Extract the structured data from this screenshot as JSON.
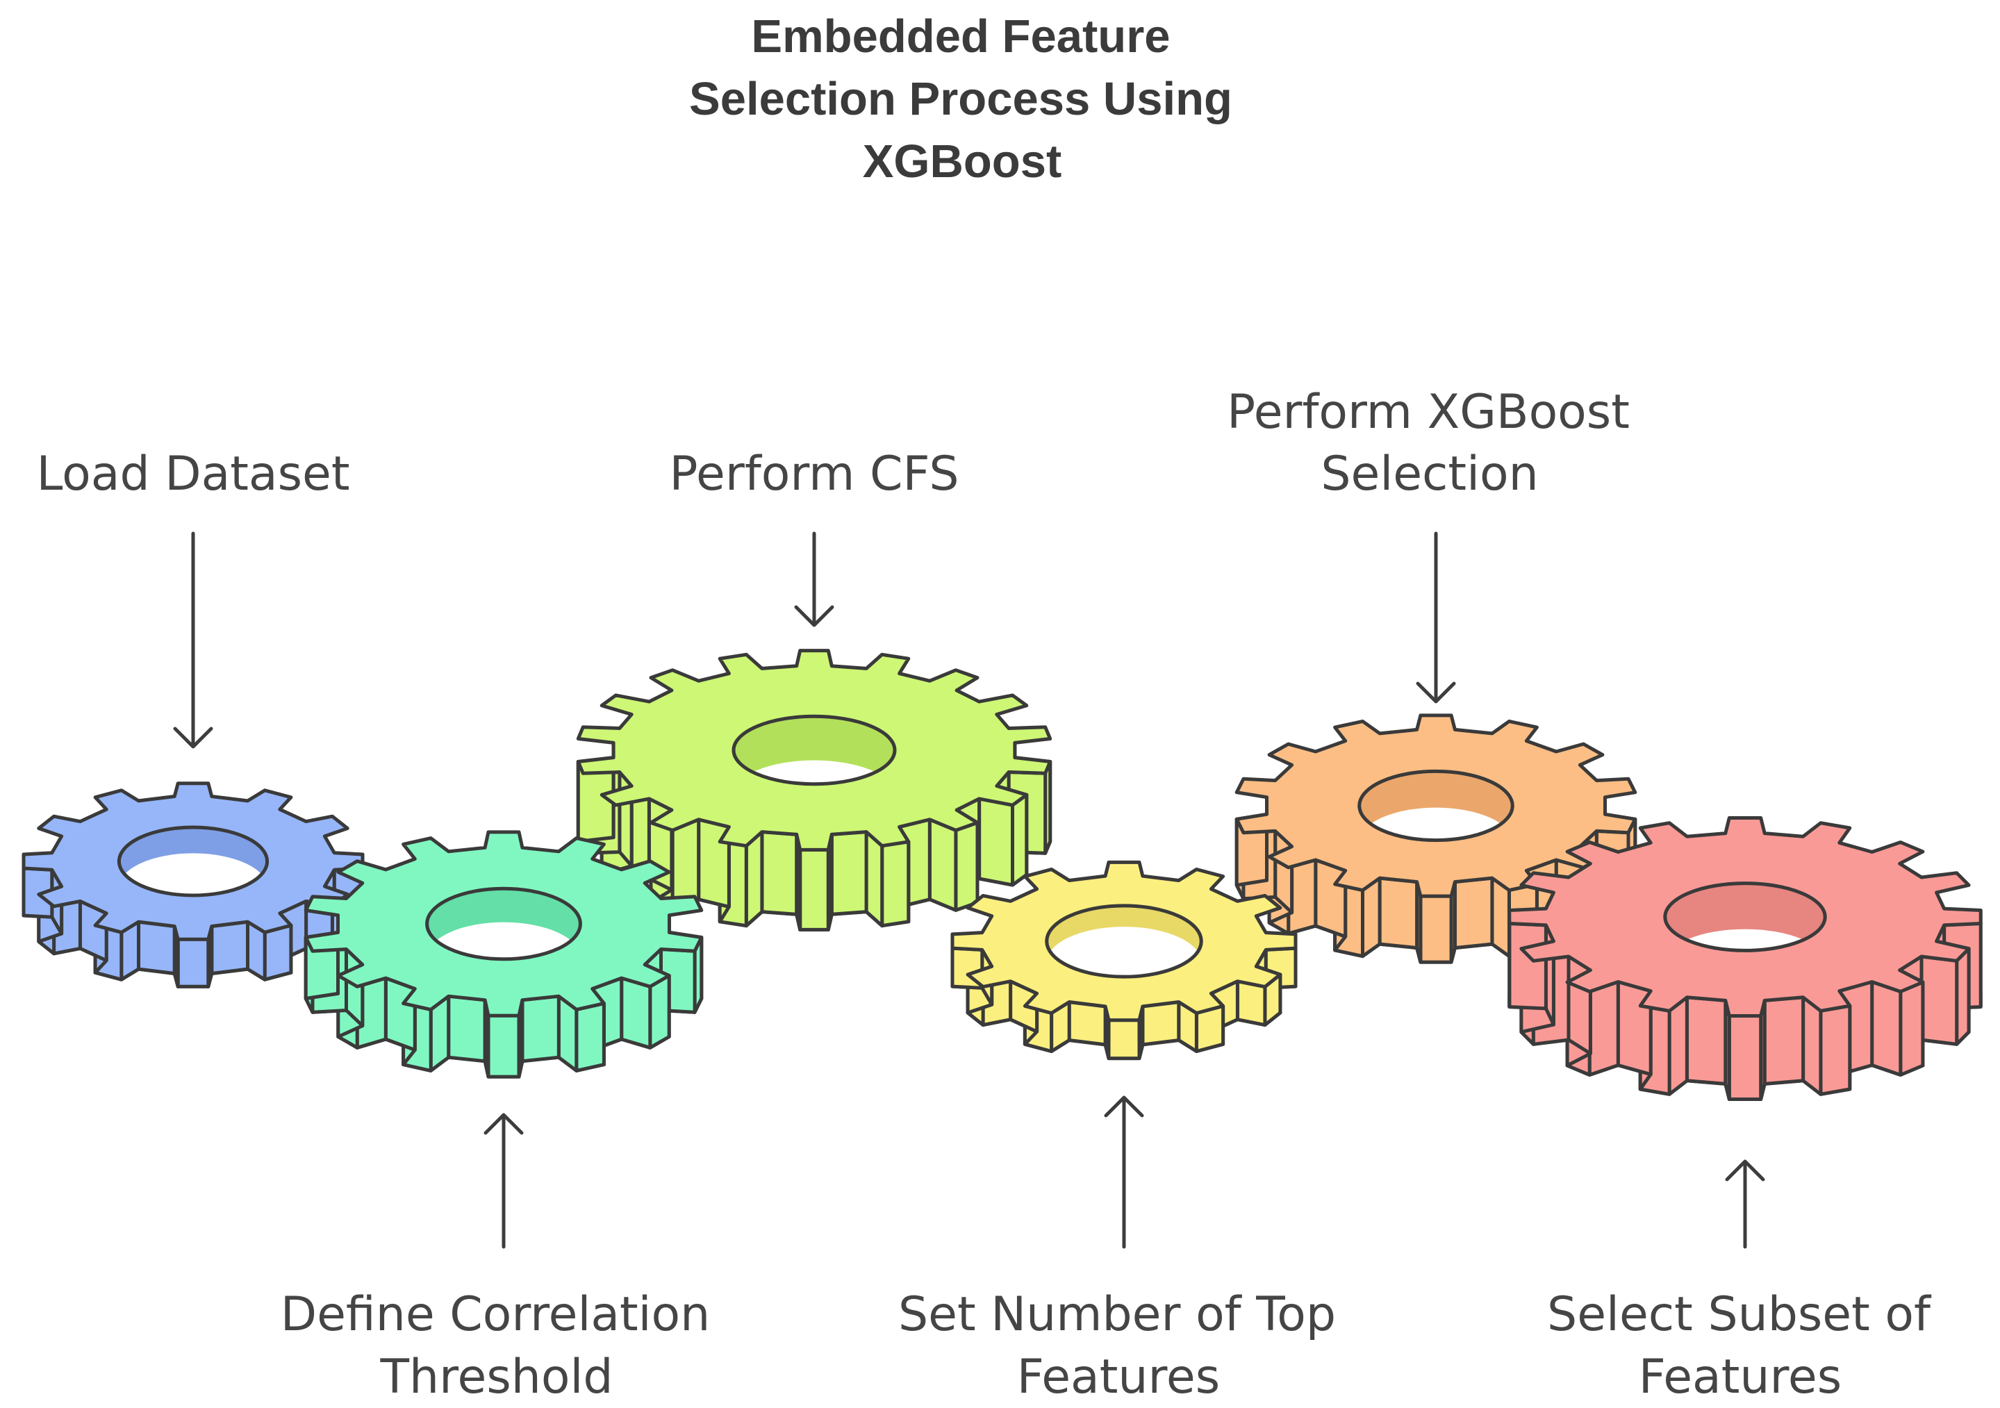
{
  "title": [
    "Embedded Feature",
    "Selection Process Using",
    "XGBoost"
  ],
  "steps": [
    {
      "id": "load-dataset",
      "lines": [
        "Load Dataset"
      ],
      "color": "#96b6f9",
      "dark": "#7e9fe6"
    },
    {
      "id": "define-correlation-threshold",
      "lines": [
        "Define Correlation",
        "Threshold"
      ],
      "color": "#80f7c1",
      "dark": "#63dfa7"
    },
    {
      "id": "perform-cfs",
      "lines": [
        "Perform CFS"
      ],
      "color": "#cdf775",
      "dark": "#b3e05a"
    },
    {
      "id": "set-number-of-top-features",
      "lines": [
        "Set Number of Top",
        "Features"
      ],
      "color": "#fbef7f",
      "dark": "#e8d866"
    },
    {
      "id": "perform-xgboost-selection",
      "lines": [
        "Perform XGBoost",
        "Selection"
      ],
      "color": "#fcbe84",
      "dark": "#eba76b"
    },
    {
      "id": "select-subset-of-features",
      "lines": [
        "Select Subset of",
        "Features"
      ],
      "color": "#f99a96",
      "dark": "#e78580"
    }
  ],
  "colors": {
    "outline": "#3a3a3a",
    "text": "#454545",
    "hole": "#ffffff"
  }
}
